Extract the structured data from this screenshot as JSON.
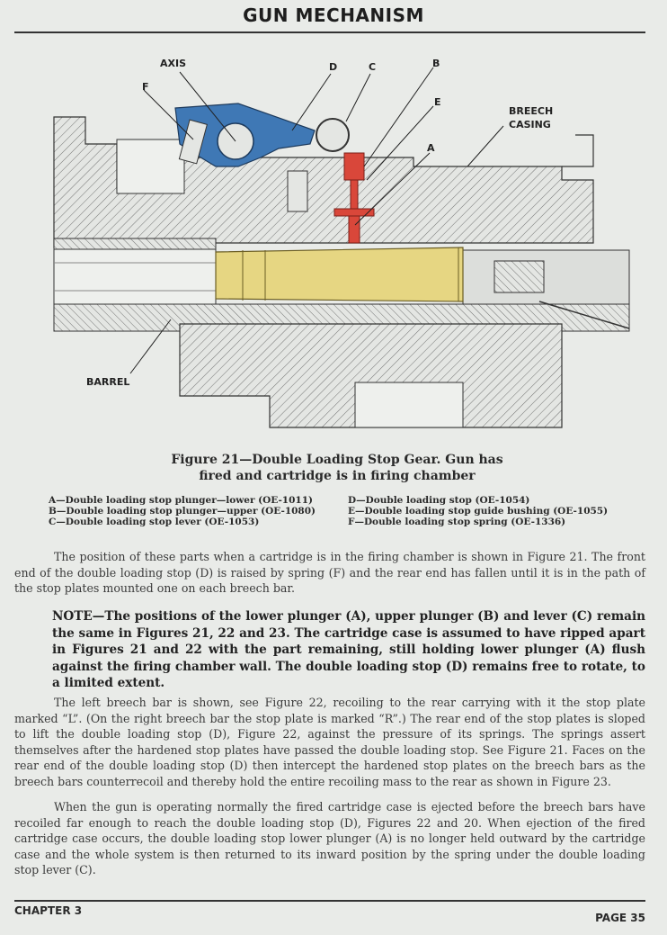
{
  "header": {
    "title": "GUN MECHANISM"
  },
  "figure": {
    "labels": {
      "axis": "AXIS",
      "f": "F",
      "d": "D",
      "c": "C",
      "b": "B",
      "e": "E",
      "a": "A",
      "breech_casing_1": "BREECH",
      "breech_casing_2": "CASING",
      "barrel": "BARREL"
    },
    "caption_line1": "Figure 21—Double Loading Stop Gear. Gun has",
    "caption_line2": "fired and cartridge is in firing chamber",
    "colors": {
      "lever": "#3f78b5",
      "plunger": "#d9473a",
      "cartridge": "#e6d682"
    }
  },
  "legend": {
    "left": [
      "A—Double loading stop plunger—lower (OE-1011)",
      "B—Double loading stop plunger—upper (OE-1080)",
      "C—Double loading stop lever (OE-1053)"
    ],
    "right": [
      "D—Double loading stop (OE-1054)",
      "E—Double loading stop guide bushing (OE-1055)",
      "F—Double loading stop spring (OE-1336)"
    ]
  },
  "body": {
    "para1": "The position of these parts when a cartridge is in the firing chamber is shown in Figure 21. The front end of the double loading stop (D) is raised by spring (F) and the rear end has fallen until it is in the path of the stop plates mounted one on each breech bar.",
    "note": "NOTE—The positions of the lower plunger (A), upper plunger (B) and lever (C) remain the same in Figures 21, 22 and 23. The cartridge case is assumed to have ripped apart in Figures 21 and 22 with the part remaining, still holding lower plunger (A) flush against the firing chamber wall. The double loading stop (D) remains free to rotate, to a limited extent.",
    "para2": "The left breech bar is shown, see Figure 22, recoiling to the rear carrying with it the stop plate marked “L”. (On the right breech bar the stop plate is marked “R”.) The rear end of the stop plates is sloped to lift the double loading stop (D), Figure 22, against the pressure of its springs. The springs assert themselves after the hardened stop plates have passed the double loading stop. See Figure 21. Faces on the rear end of the double loading stop (D) then intercept the hardened stop plates on the breech bars as the breech bars counterrecoil and thereby hold the entire recoiling mass to the rear as shown in Figure 23.",
    "para3": "When the gun is operating normally the fired cartridge case is ejected before the breech bars have recoiled far enough to reach the double loading stop (D), Figures 22 and 20. When ejection of the fired cartridge case occurs, the double loading stop lower plunger (A) is no longer held outward by the cartridge case and the whole system is then returned to its inward position by the spring under the double loading stop lever (C)."
  },
  "footer": {
    "chapter": "CHAPTER 3",
    "page": "PAGE 35"
  }
}
